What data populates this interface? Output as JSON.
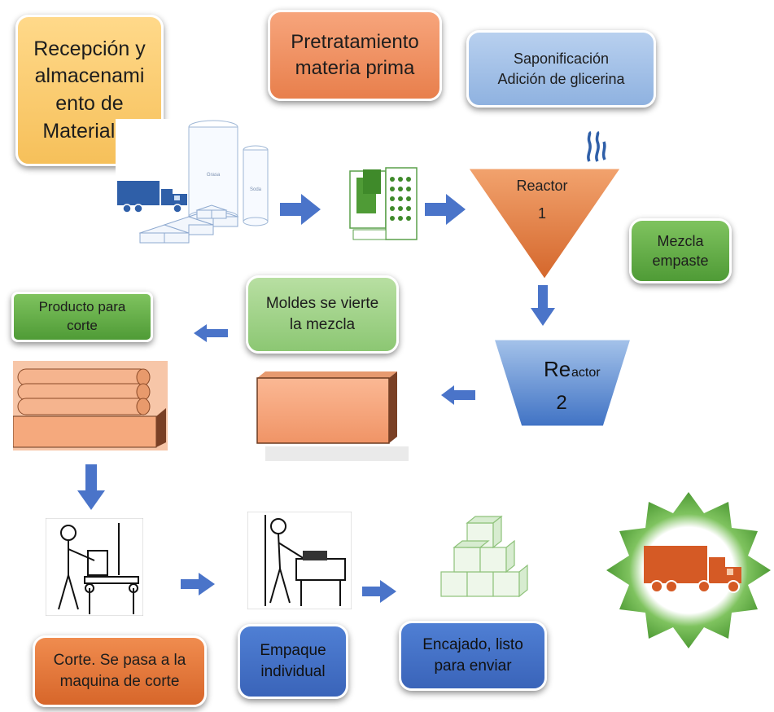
{
  "boxes": {
    "recepcion": "Recepción y almacenami ento de Materiales",
    "pretratamiento": "Pretratamiento materia prima",
    "saponificacion_1": "Saponificación",
    "saponificacion_2": "Adición de glicerina",
    "mezcla_1": "Mezcla",
    "mezcla_2": "empaste",
    "moldes_1": "Moldes se vierte",
    "moldes_2": "la mezcla",
    "producto_1": "Producto para",
    "producto_2": "corte",
    "corte_1": "Corte. Se pasa a la",
    "corte_2": "maquina de corte",
    "empaque_1": "Empaque",
    "empaque_2": "individual",
    "encajado_1": "Encajado, listo",
    "encajado_2": "para enviar"
  },
  "reactors": {
    "r1_label": "Reactor",
    "r1_num": "1",
    "r2_big": "Re",
    "r2_small": "actor",
    "r2_num": "2"
  },
  "tank_labels": {
    "grasa": "Grasa",
    "soda": "Soda"
  },
  "colors": {
    "arrow": "#4a74c9",
    "orange": "#e87f4c",
    "green": "#4f9b36",
    "blue": "#3a64b9",
    "truck_blue": "#2f5fa8",
    "truck_orange": "#d55a25"
  }
}
